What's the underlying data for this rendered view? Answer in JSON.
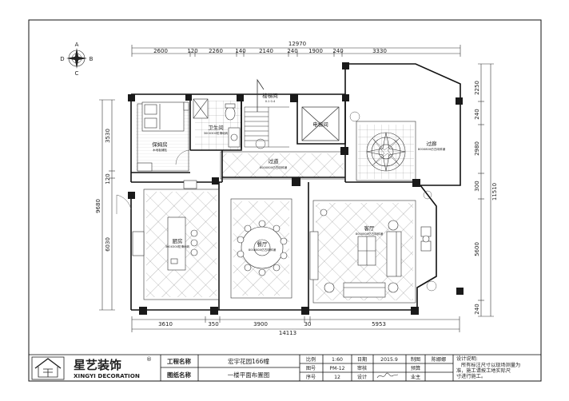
{
  "compass": {
    "north": "A",
    "south": "C",
    "west": "D",
    "east": "B"
  },
  "dimensions": {
    "top_total": "12970",
    "top_segments": [
      "2600",
      "120",
      "2260",
      "140",
      "2140",
      "240",
      "1900",
      "240",
      "3330"
    ],
    "bottom_segments": [
      "3610",
      "350",
      "3900",
      "30",
      "5953"
    ],
    "bottom_total": "14113",
    "left_segments": [
      "3530",
      "120",
      "6030"
    ],
    "left_total": "9680",
    "right_segments": [
      "2250",
      "240",
      "2980",
      "300",
      "5600",
      "240"
    ],
    "right_total": "11510"
  },
  "rooms": {
    "nanny": {
      "name": "保姆房",
      "note": "木地板铺贴"
    },
    "bathroom": {
      "name": "卫生间",
      "note": "300X300防滑地砖"
    },
    "stairwell": {
      "name": "楼梯间",
      "note": "0.1 0.4"
    },
    "elevator": {
      "name": "电梯间"
    },
    "corridor": {
      "name": "过道",
      "note": "800X800仿古砖斜铺"
    },
    "foyer": {
      "name": "过廊",
      "note": "800X800仿古砖斜铺"
    },
    "kitchen": {
      "name": "厨房",
      "note": "300X300防滑地砖"
    },
    "dining": {
      "name": "餐厅",
      "note": "800X800仿古砖斜铺"
    },
    "living": {
      "name": "客厅",
      "note": "800X800仿古砖斜铺"
    }
  },
  "title_block": {
    "company_cn": "星艺装饰",
    "registered": "®",
    "company_en": "XINGYI DECORATION",
    "project_label": "工程名称",
    "project_value": "宏宇花园166幢",
    "drawing_label": "图纸名称",
    "drawing_value": "一楼平面布置图",
    "scale_label": "比例",
    "scale_value": "1:60",
    "date_label": "日期",
    "date_value": "2015.9",
    "number_label": "图号",
    "number_value": "PM-12",
    "review_label": "审核",
    "seq_label": "序号",
    "seq_value": "12",
    "design_label": "设计",
    "drafter_label": "制图",
    "drafter_value": "陈娜娜",
    "budget_label": "预算",
    "owner_label": "业主",
    "notes_title": "设计说明:",
    "notes_lines": [
      "所有标注尺寸以现场测量为",
      "准，施工请按工地实际尺",
      "寸进行施工。"
    ]
  }
}
